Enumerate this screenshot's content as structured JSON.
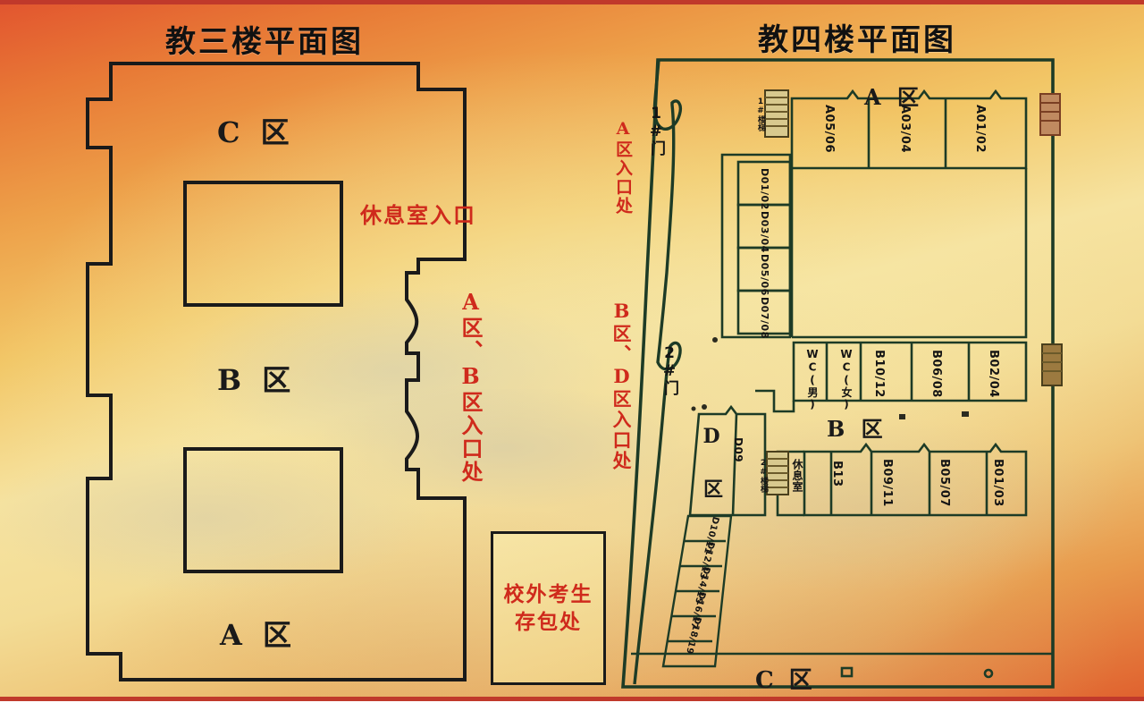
{
  "titles": {
    "left": "教三楼平面图",
    "right": "教四楼平面图"
  },
  "colors": {
    "ink": "#1a1a1a",
    "red_label": "#cf2a1c",
    "right_plan_stroke": "#1d3b26",
    "frame_red": "#c0392b",
    "background_warm": "#f2c767"
  },
  "left_plan": {
    "name": "教三楼平面图",
    "zones": [
      {
        "label": "C 区"
      },
      {
        "label": "B 区"
      },
      {
        "label": "A 区"
      }
    ],
    "annotations": [
      {
        "label": "休息室入口",
        "orientation": "horizontal"
      },
      {
        "label": "A区、B区入口处",
        "orientation": "vertical"
      }
    ],
    "bag_storage": {
      "line1": "校外考生",
      "line2": "存包处"
    }
  },
  "right_plan": {
    "name": "教四楼平面图",
    "zones": [
      {
        "label": "A 区"
      },
      {
        "label": "B 区"
      },
      {
        "label": "C 区"
      },
      {
        "label": "D 区"
      }
    ],
    "gates": [
      {
        "label": "1#门"
      },
      {
        "label": "2#门"
      }
    ],
    "entrance_notes": [
      {
        "label": "A区入口处"
      },
      {
        "label": "B区、D区入口处"
      }
    ],
    "stairs": [
      {
        "label": "1#楼梯"
      },
      {
        "label": "2#楼梯"
      }
    ],
    "rooms_a": [
      {
        "label": "A05/06"
      },
      {
        "label": "A03/04"
      },
      {
        "label": "A01/02"
      }
    ],
    "rooms_d_upper": [
      {
        "label": "D01/02"
      },
      {
        "label": "D03/04"
      },
      {
        "label": "D05/06"
      },
      {
        "label": "D07/08"
      }
    ],
    "rooms_b_upper": [
      {
        "label": "WC(男)"
      },
      {
        "label": "WC(女)"
      },
      {
        "label": "B10/12"
      },
      {
        "label": "B06/08"
      },
      {
        "label": "B02/04"
      }
    ],
    "rooms_b_lower": [
      {
        "label": "休息室"
      },
      {
        "label": "B13"
      },
      {
        "label": "B09/11"
      },
      {
        "label": "B05/07"
      },
      {
        "label": "B01/03"
      }
    ],
    "rooms_d_lower": [
      {
        "label": "D09"
      },
      {
        "label": "D10/11"
      },
      {
        "label": "D12/13"
      },
      {
        "label": "D14/15"
      },
      {
        "label": "D16/17"
      },
      {
        "label": "D18/19"
      }
    ]
  }
}
